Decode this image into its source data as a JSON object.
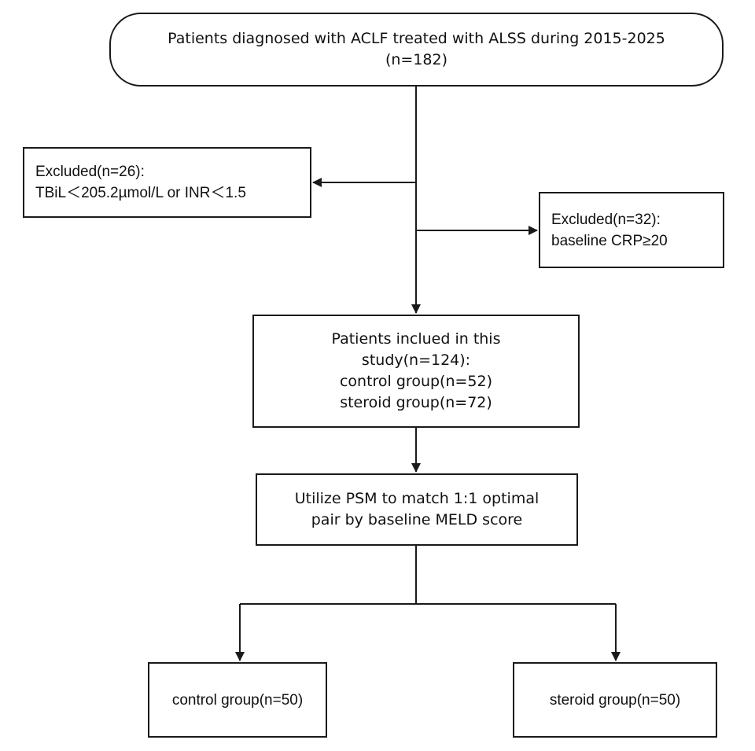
{
  "colors": {
    "stroke": "#1a1a1a",
    "text": "#111111",
    "background": "#ffffff"
  },
  "flowchart": {
    "start": {
      "line1": "Patients diagnosed with ACLF treated with ALSS during 2015-2025",
      "line2": "(n=182)"
    },
    "exclusion_1": {
      "line1": "Excluded(n=26):",
      "line2": "TBiL＜205.2µmol/L or INR＜1.5"
    },
    "exclusion_2": {
      "line1": "Excluded(n=32):",
      "line2": "baseline CRP≥20"
    },
    "included": {
      "line1": "Patients inclued in this",
      "line2": "study(n=124):",
      "line3": "control group(n=52)",
      "line4": "steroid group(n=72)"
    },
    "psm": {
      "line1": "Utilize PSM to match 1:1 optimal",
      "line2": "pair by baseline MELD score"
    },
    "final_control": {
      "label": "control group(n=50)"
    },
    "final_steroid": {
      "label": "steroid group(n=50)"
    }
  }
}
